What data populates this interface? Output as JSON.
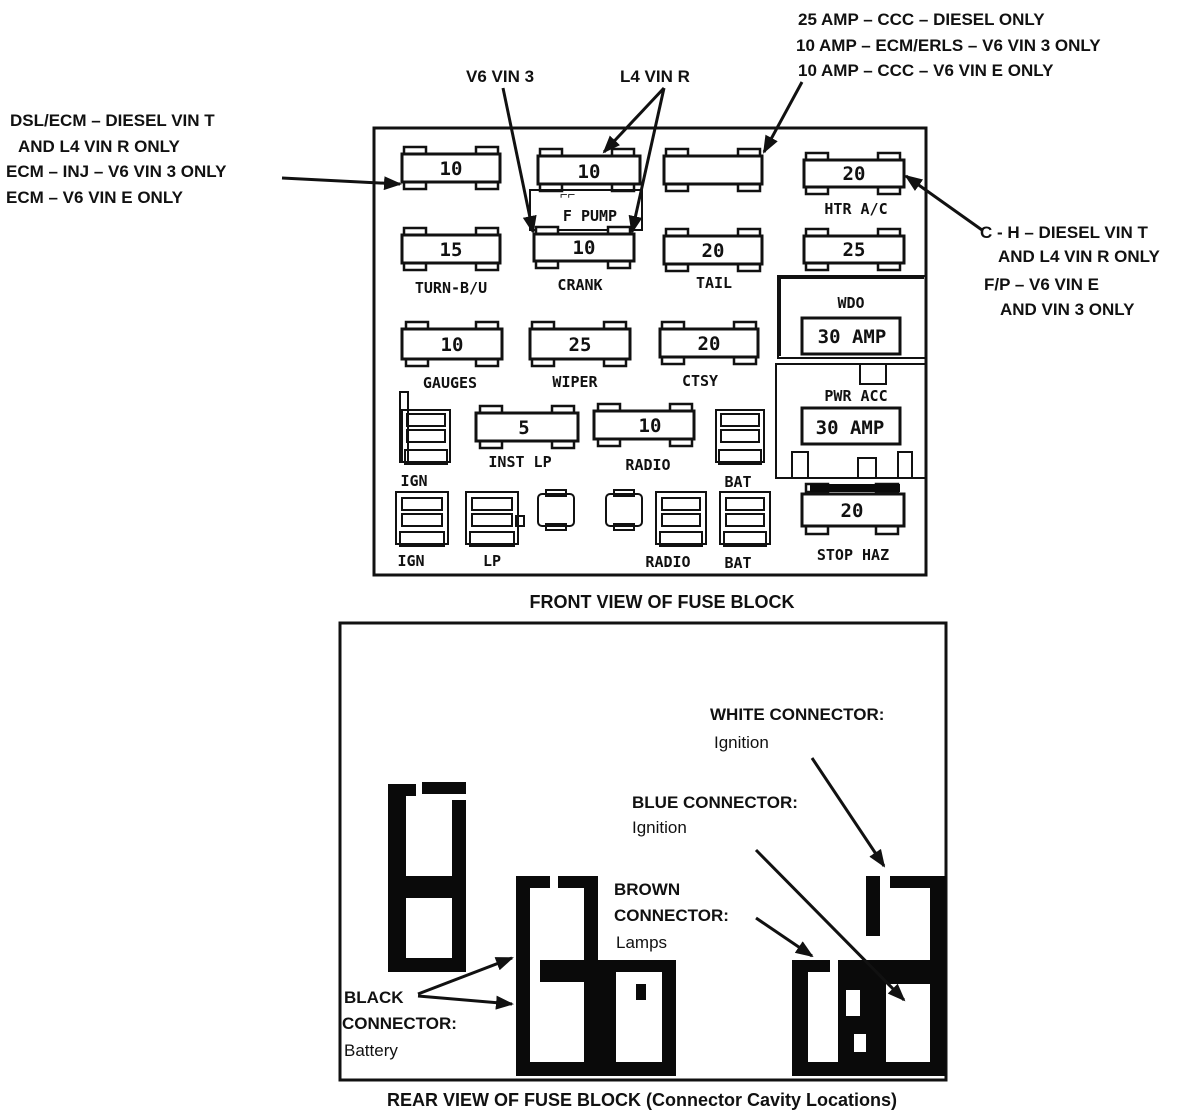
{
  "callouts": {
    "top_right_1": "25 AMP – CCC – DIESEL ONLY",
    "top_right_2": "10 AMP – ECM/ERLS – V6 VIN 3 ONLY",
    "top_right_3": "10 AMP – CCC – V6 VIN E ONLY",
    "v6_vin3": "V6 VIN 3",
    "l4_vinr": "L4 VIN R",
    "left_1": "DSL/ECM – DIESEL VIN T",
    "left_2": "AND L4 VIN R ONLY",
    "left_3": "ECM – INJ – V6 VIN 3 ONLY",
    "left_4": "ECM – V6 VIN E ONLY",
    "right_1": "C - H – DIESEL VIN T",
    "right_2": "AND L4 VIN R ONLY",
    "right_3": "F/P – V6 VIN E",
    "right_4": "AND VIN 3 ONLY"
  },
  "front_view": {
    "caption": "FRONT VIEW OF FUSE BLOCK",
    "fuses": [
      {
        "id": "f1",
        "value": "10",
        "label": ""
      },
      {
        "id": "f2",
        "value": "10",
        "label": ""
      },
      {
        "id": "f3",
        "value": "",
        "label": ""
      },
      {
        "id": "f4",
        "value": "20",
        "label": "HTR A/C"
      },
      {
        "id": "f5",
        "value": "15",
        "label": "TURN-B/U"
      },
      {
        "id": "f6",
        "value": "10",
        "label": "CRANK"
      },
      {
        "id": "f7",
        "value": "20",
        "label": "TAIL"
      },
      {
        "id": "f8",
        "value": "25",
        "label": ""
      },
      {
        "id": "f9",
        "value": "10",
        "label": "GAUGES"
      },
      {
        "id": "f10",
        "value": "25",
        "label": "WIPER"
      },
      {
        "id": "f11",
        "value": "20",
        "label": "CTSY"
      },
      {
        "id": "f12",
        "value": "5",
        "label": "INST LP"
      },
      {
        "id": "f13",
        "value": "10",
        "label": "RADIO"
      },
      {
        "id": "f14",
        "value": "20",
        "label": "STOP HAZ"
      }
    ],
    "f_pump": "F PUMP",
    "wdo": {
      "label": "WDO",
      "value": "30 AMP"
    },
    "pwr_acc": {
      "label": "PWR ACC",
      "value": "30 AMP"
    },
    "connector_labels": {
      "ign_1": "IGN",
      "bat_1": "BAT",
      "ign_2": "IGN",
      "lp": "LP",
      "radio": "RADIO",
      "bat_2": "BAT"
    }
  },
  "rear_view": {
    "caption": "REAR VIEW OF FUSE BLOCK (Connector Cavity Locations)",
    "white": {
      "name": "WHITE CONNECTOR:",
      "desc": "Ignition"
    },
    "blue": {
      "name": "BLUE CONNECTOR:",
      "desc": "Ignition"
    },
    "brown": {
      "name1": "BROWN",
      "name2": "CONNECTOR:",
      "desc": "Lamps"
    },
    "black": {
      "name1": "BLACK",
      "name2": "CONNECTOR:",
      "desc": "Battery"
    }
  }
}
